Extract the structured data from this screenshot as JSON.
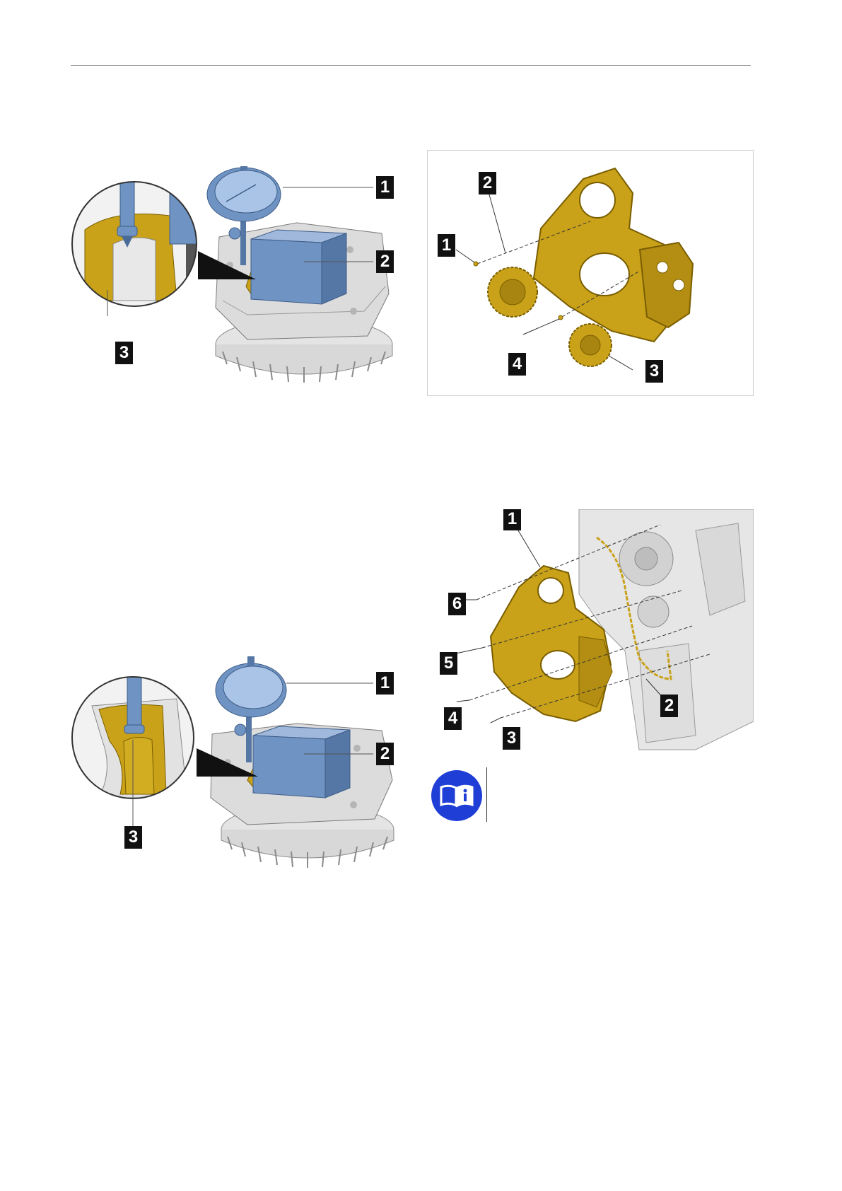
{
  "figures": {
    "fig1": {
      "callouts": [
        "1",
        "2",
        "3"
      ]
    },
    "fig2": {
      "callouts": [
        "1",
        "2",
        "3",
        "4"
      ]
    },
    "fig3": {
      "callouts": [
        "1",
        "2",
        "3"
      ]
    },
    "fig4": {
      "callouts": [
        "1",
        "2",
        "3",
        "4",
        "5",
        "6"
      ]
    }
  },
  "icons": {
    "manual": "book-info-icon"
  },
  "colors": {
    "part_gold": "#c9a21a",
    "tool_blue": "#6f93c2",
    "housing_grey": "#d6d6d6",
    "info_blue": "#1f3ed6",
    "callout_bg": "#111111",
    "rule": "#9a9a9a"
  }
}
